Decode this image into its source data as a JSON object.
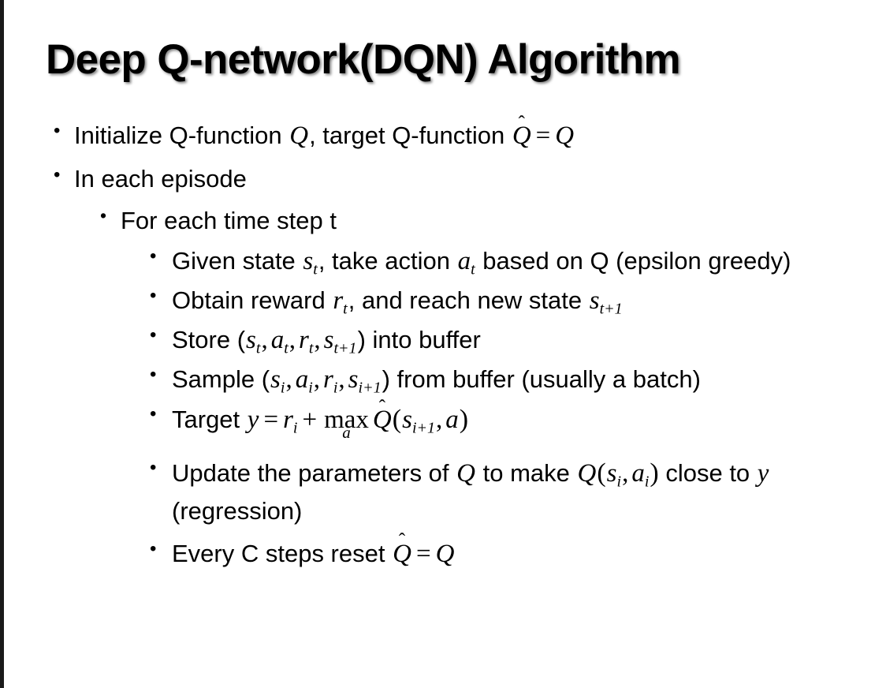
{
  "slide": {
    "title": "Deep Q-network(DQN) Algorithm",
    "background_color": "#ffffff",
    "text_color": "#000000",
    "edge_color": "#1a1a1a"
  },
  "bullets": {
    "marker_glyph": "•",
    "level1": [
      {
        "id": "initialize",
        "prefix": "Initialize Q-function ",
        "var_q": "Q",
        "mid": ", target Q-function ",
        "hat_q": "Q",
        "eq": "=",
        "tail_q": "Q"
      },
      {
        "id": "in-each-episode",
        "text": "In each episode"
      }
    ],
    "level2": [
      {
        "id": "for-each-time-step",
        "text": "For each time step t"
      }
    ],
    "level3": [
      {
        "id": "given-state",
        "seg1": "Given state ",
        "s": "s",
        "s_sub": "t",
        "seg2": ", take action ",
        "a": "a",
        "a_sub": "t",
        "seg3": " based on Q (epsilon greedy)"
      },
      {
        "id": "obtain-reward",
        "seg1": "Obtain reward ",
        "r": "r",
        "r_sub": "t",
        "seg2": ", and reach new state ",
        "s": "s",
        "s_sub": "t+1"
      },
      {
        "id": "store-transition",
        "seg1": "Store (",
        "s": "s",
        "s_sub": "t",
        "a": "a",
        "a_sub": "t",
        "r": "r",
        "r_sub": "t",
        "s2": "s",
        "s2_sub": "t+1",
        "seg2": ") into buffer"
      },
      {
        "id": "sample-batch",
        "seg1": "Sample (",
        "s": "s",
        "s_sub": "i",
        "a": "a",
        "a_sub": "i",
        "r": "r",
        "r_sub": "i",
        "s2": "s",
        "s2_sub": "i+1",
        "seg2": ") from buffer (usually a batch)"
      },
      {
        "id": "target-equation",
        "seg1": "Target ",
        "y": "y",
        "eq": "=",
        "r": "r",
        "r_sub": "i",
        "plus": "+",
        "op": "max",
        "op_limit": "a",
        "hat_q": "Q",
        "s": "s",
        "s_sub": "i+1",
        "a": "a"
      },
      {
        "id": "update-parameters",
        "seg1": "Update the parameters of ",
        "q1": "Q",
        "seg2": " to make ",
        "q2": "Q",
        "s": "s",
        "s_sub": "i",
        "a": "a",
        "a_sub": "i",
        "seg3": " close to ",
        "y": "y",
        "seg4": " (regression)"
      },
      {
        "id": "reset-target",
        "seg1": "Every C steps reset ",
        "hat_q": "Q",
        "eq": "=",
        "tail_q": "Q"
      }
    ]
  }
}
